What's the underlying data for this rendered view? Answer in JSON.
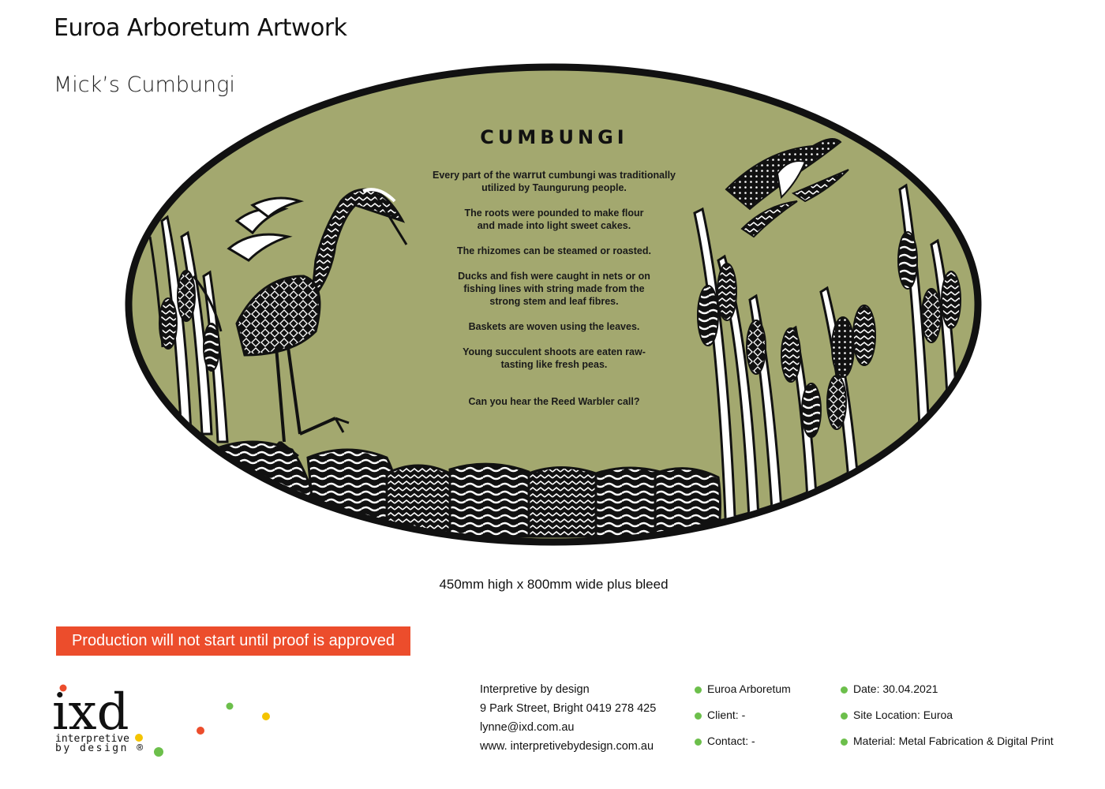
{
  "header": {
    "title": "Euroa Arboretum Artwork",
    "subtitle": "Mick’s Cumbungi"
  },
  "panel": {
    "heading": "CUMBUNGI",
    "paragraphs": [
      {
        "lines": [
          "Every part of the warrut cumbungi was traditionally",
          "utilized by Taungurung people."
        ]
      },
      {
        "lines": [
          "The roots were pounded to make flour",
          "and made into light sweet cakes."
        ]
      },
      {
        "lines": [
          "The rhizomes can be steamed or roasted."
        ]
      },
      {
        "lines": [
          "Ducks and fish were caught in nets or on",
          "fishing lines with string made from the",
          "strong stem and leaf fibres."
        ]
      },
      {
        "lines": [
          "Baskets are woven using the leaves."
        ]
      },
      {
        "lines": [
          "Young succulent shoots are eaten raw-",
          "tasting like fresh peas."
        ]
      }
    ],
    "closing": "Can you hear the Reed Warbler call?",
    "background_color": "#a3a86f",
    "border_color": "#111111"
  },
  "dimensions": "450mm high x 800mm wide plus bleed",
  "notice": {
    "text": "Production will not start until proof is approved",
    "color": "#ec4d2c"
  },
  "logo": {
    "letters": "ixd",
    "tagline_line1": "interpretive",
    "tagline_line2": "by design ®"
  },
  "contact": {
    "company": "Interpretive by design",
    "address": "9 Park Street, Bright 0419 278 425",
    "email": "lynne@ixd.com.au",
    "website": "www. interpretivebydesign.com.au"
  },
  "project": {
    "col1": [
      "Euroa Arboretum",
      "Client: -",
      "Contact: -"
    ],
    "col2": [
      "Date: 30.04.2021",
      "Site Location: Euroa",
      "Material: Metal Fabrication & Digital Print"
    ],
    "bullet_color": "#6cbf4b"
  }
}
